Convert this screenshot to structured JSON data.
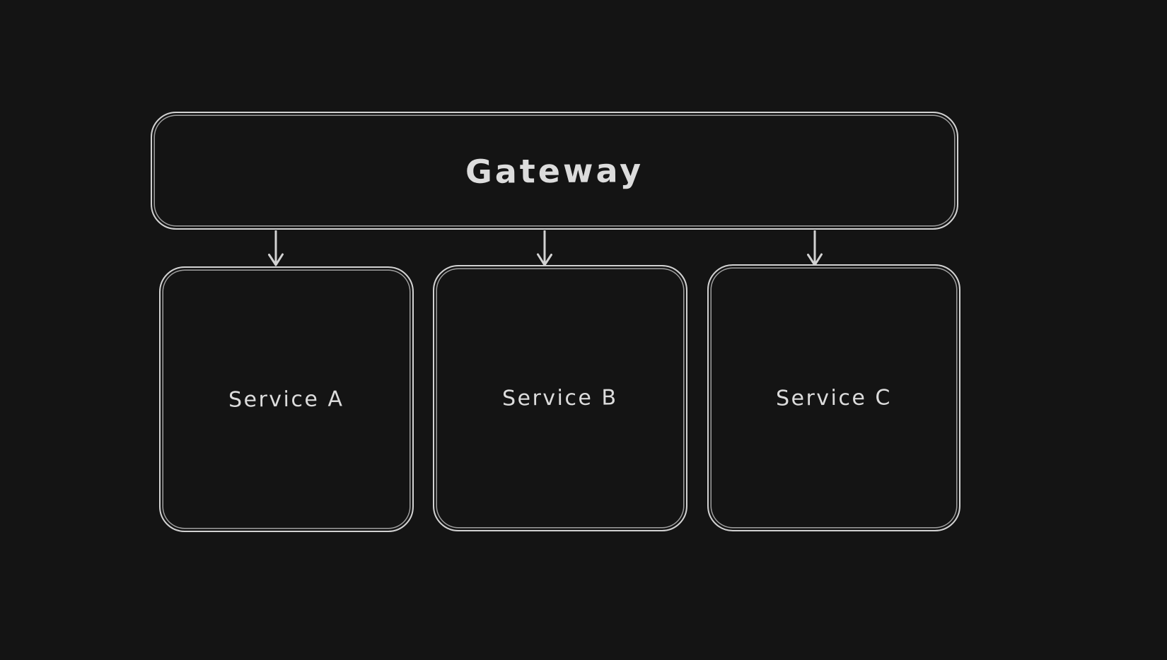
{
  "canvas": {
    "background_color": "#141414",
    "stroke_color": "#d2d2d2",
    "text_color": "#dcdcdc"
  },
  "diagram": {
    "nodes": [
      {
        "id": "gateway",
        "label": "Gateway",
        "shape": "rounded-rectangle"
      },
      {
        "id": "service-a",
        "label": "Service A",
        "shape": "rounded-rectangle"
      },
      {
        "id": "service-b",
        "label": "Service B",
        "shape": "rounded-rectangle"
      },
      {
        "id": "service-c",
        "label": "Service C",
        "shape": "rounded-rectangle"
      }
    ],
    "edges": [
      {
        "from": "gateway",
        "to": "service-a",
        "style": "arrow-down"
      },
      {
        "from": "gateway",
        "to": "service-b",
        "style": "arrow-down"
      },
      {
        "from": "gateway",
        "to": "service-c",
        "style": "arrow-down"
      }
    ]
  }
}
